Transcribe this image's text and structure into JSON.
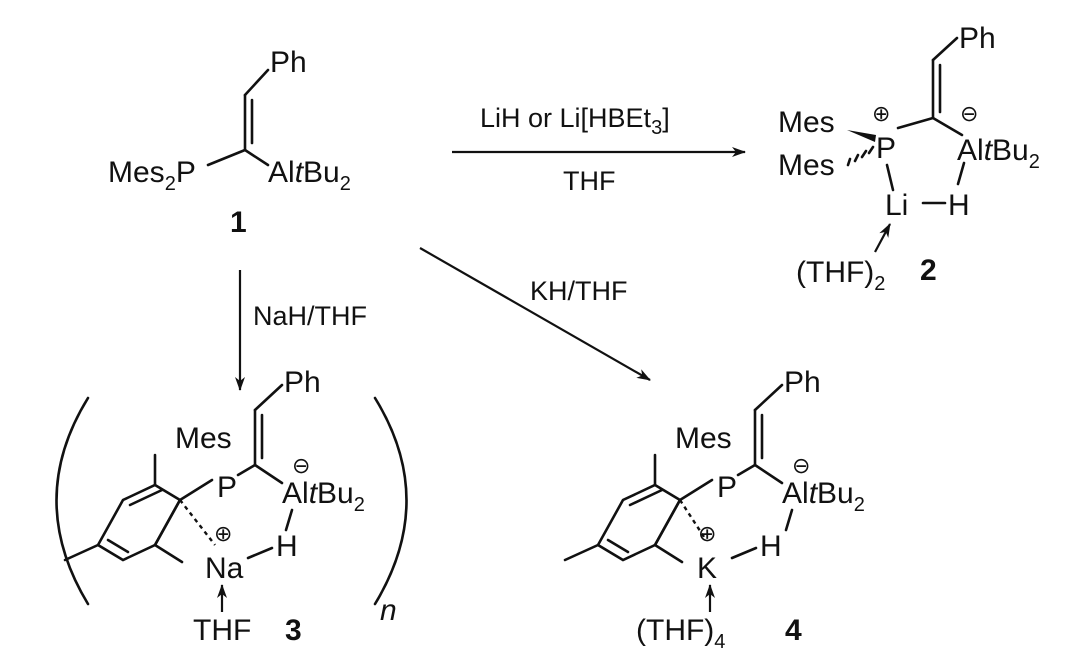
{
  "compound_1": {
    "substituent_top": "Ph",
    "left_group": "Mes",
    "left_group_sub": "2",
    "left_atom": "P",
    "right_atom": "Al",
    "right_italic": "t",
    "right_group": "Bu",
    "right_sub": "2",
    "number": "1"
  },
  "arrow_top": {
    "reagent": "LiH or Li[HBEt",
    "reagent_sub": "3",
    "reagent_close": "]",
    "solvent": "THF"
  },
  "arrow_down": {
    "label": "NaH/THF"
  },
  "arrow_diag": {
    "label": "KH/THF"
  },
  "compound_2": {
    "ph": "Ph",
    "mes_a": "Mes",
    "mes_b": "Mes",
    "p_atom": "P",
    "charge_plus": "⊕",
    "charge_minus": "⊖",
    "al": "Al",
    "al_italic": "t",
    "al_group": "Bu",
    "al_sub": "2",
    "li": "Li",
    "h": "H",
    "thf": "(THF)",
    "thf_sub": "2",
    "number": "2"
  },
  "compound_3": {
    "ph": "Ph",
    "mes": "Mes",
    "p_atom": "P",
    "charge_minus": "⊖",
    "charge_plus": "⊕",
    "al": "Al",
    "al_italic": "t",
    "al_group": "Bu",
    "al_sub": "2",
    "metal": "Na",
    "h": "H",
    "thf": "THF",
    "number": "3",
    "polymer_n": "n"
  },
  "compound_4": {
    "ph": "Ph",
    "mes": "Mes",
    "p_atom": "P",
    "charge_minus": "⊖",
    "charge_plus": "⊕",
    "al": "Al",
    "al_italic": "t",
    "al_group": "Bu",
    "al_sub": "2",
    "metal": "K",
    "h": "H",
    "thf": "(THF)",
    "thf_sub": "4",
    "number": "4"
  },
  "colors": {
    "ink": "#111111",
    "background": "#ffffff"
  }
}
